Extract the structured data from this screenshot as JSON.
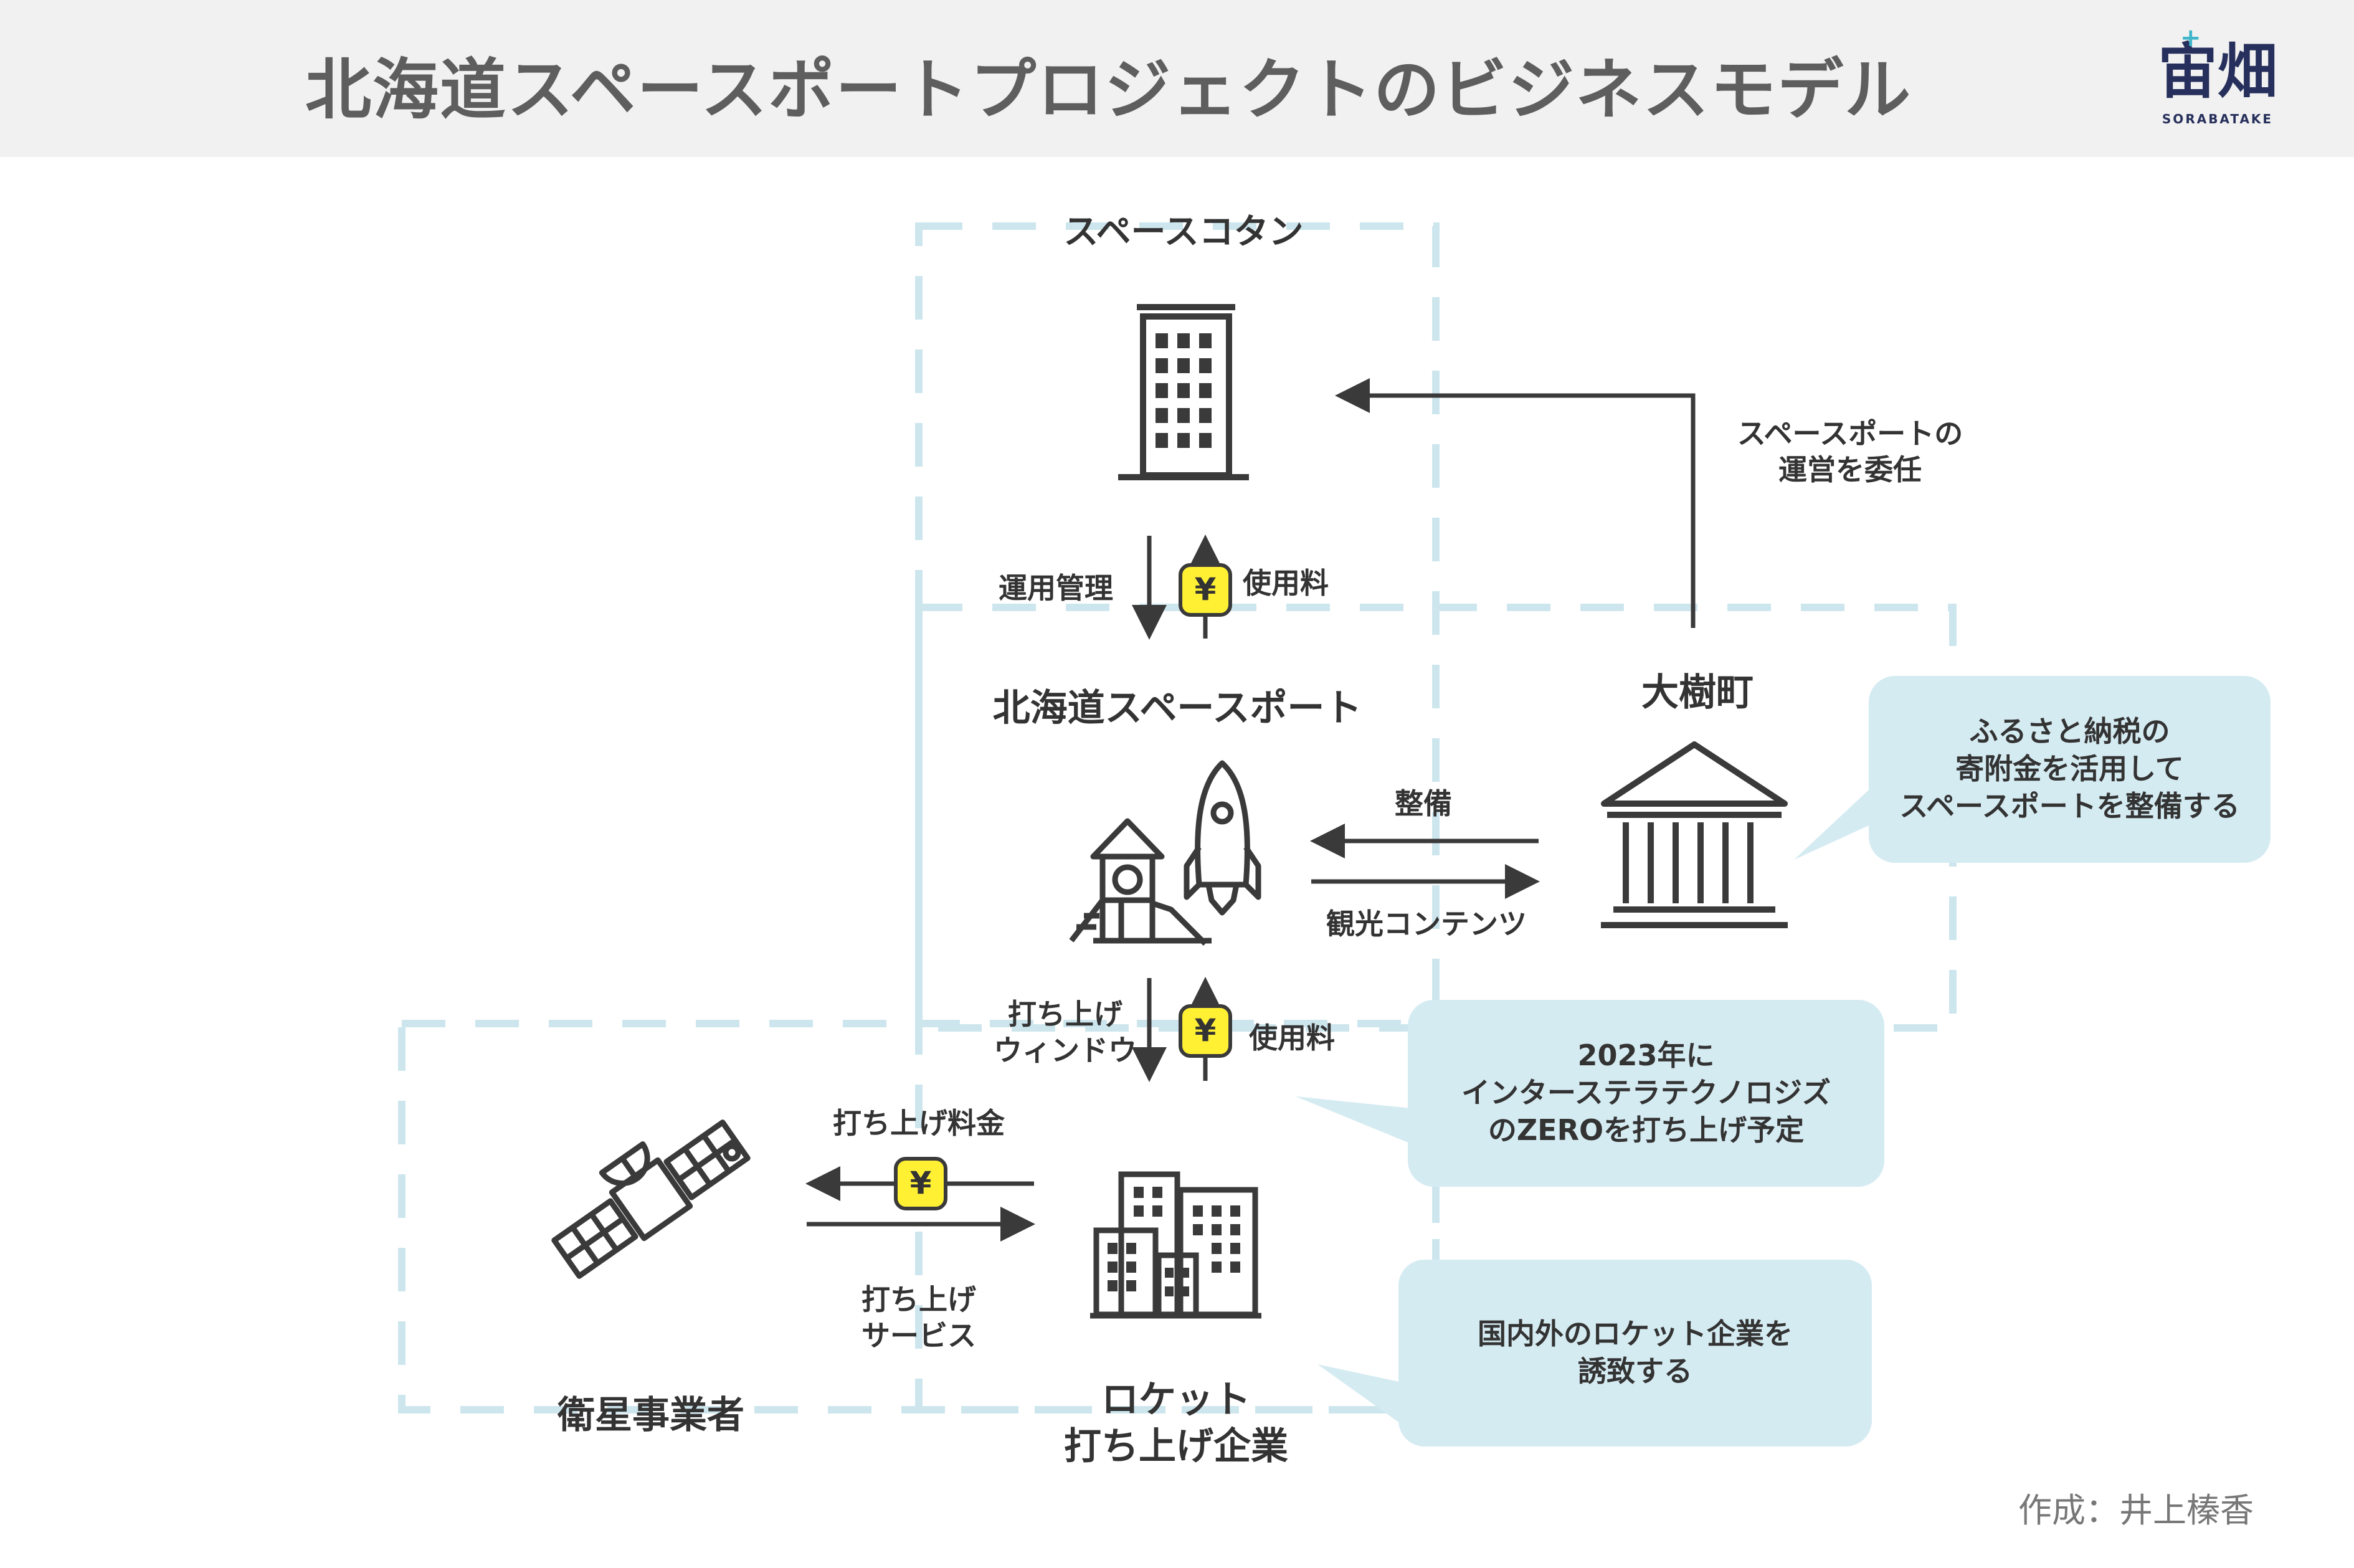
{
  "title": "北海道スペースポートプロジェクトのビジネスモデル",
  "logo": {
    "mark": "宙畑",
    "sub": "SORABATAKE"
  },
  "colors": {
    "accent_dash": "#cde6ee",
    "bubble": "#d5ebf2",
    "yen": "#fff034",
    "line": "#3a3a3a"
  },
  "nodes": {
    "spacecotan": "スペースコタン",
    "hokkaido_spaceport": "北海道スペースポート",
    "taiki_town": "大樹町",
    "satellite_operators": "衛星事業者",
    "rocket_companies_l1": "ロケット",
    "rocket_companies_l2": "打ち上げ企業"
  },
  "edges": {
    "entrust_l1": "スペースポートの",
    "entrust_l2": "運営を委任",
    "operation": "運用管理",
    "fee_upper": "使用料",
    "maintenance": "整備",
    "tourism": "観光コンテンツ",
    "window_l1": "打ち上げ",
    "window_l2": "ウィンドウ",
    "fee_lower": "使用料",
    "launch_fee": "打ち上げ料金",
    "launch_service_l1": "打ち上げ",
    "launch_service_l2": "サービス"
  },
  "yen_symbol": "¥",
  "bubbles": {
    "furusato": [
      "ふるさと納税の",
      "寄附金を活用して",
      "スペースポートを整備する"
    ],
    "zero": [
      "2023年に",
      "インターステラテクノロジズ",
      "のZEROを打ち上げ予定"
    ],
    "attract": [
      "国内外のロケット企業を",
      "誘致する"
    ]
  },
  "credit": "作成：井上榛香"
}
